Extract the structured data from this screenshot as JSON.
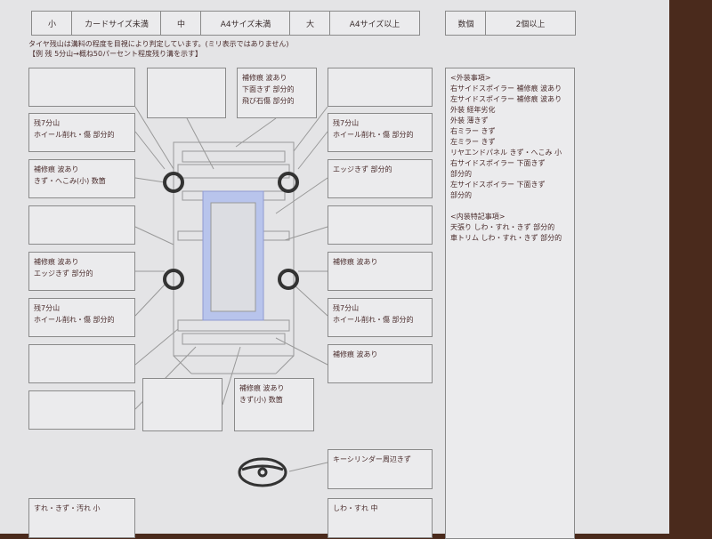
{
  "size_table": {
    "cells": [
      "小",
      "カードサイズ未満",
      "中",
      "A4サイズ未満",
      "大",
      "A4サイズ以上"
    ]
  },
  "count_table": {
    "cells": [
      "数個",
      "2個以上"
    ]
  },
  "notes": {
    "line1": "タイヤ残山は溝料の程度を目視により判定しています。(ミリ表示ではありません)",
    "line2": "【例 残 5分山→概ね50パーセント程度残り溝を示す】"
  },
  "left_boxes": [
    {
      "lines": []
    },
    {
      "lines": [
        "残7分山",
        "ホイール削れ・傷 部分的"
      ]
    },
    {
      "lines": [
        "補修痕 波あり",
        "きず・へこみ(小) 数箇"
      ]
    },
    {
      "lines": []
    },
    {
      "lines": [
        "補修痕 波あり",
        "エッジきず 部分的"
      ]
    },
    {
      "lines": [
        "残7分山",
        "ホイール削れ・傷 部分的"
      ]
    },
    {
      "lines": []
    },
    {
      "lines": []
    },
    {
      "lines": [
        "すれ・きず・汚れ 小"
      ]
    }
  ],
  "right_boxes": [
    {
      "lines": []
    },
    {
      "lines": [
        "残7分山",
        "ホイール削れ・傷 部分的"
      ]
    },
    {
      "lines": [
        "エッジきず 部分的"
      ]
    },
    {
      "lines": []
    },
    {
      "lines": [
        "補修痕 波あり"
      ]
    },
    {
      "lines": [
        "残7分山",
        "ホイール削れ・傷 部分的"
      ]
    },
    {
      "lines": [
        "補修痕 波あり"
      ]
    },
    {
      "lines": [
        "キーシリンダー周辺きず"
      ]
    },
    {
      "lines": [
        "しわ・すれ 中"
      ]
    }
  ],
  "top_boxes": [
    {
      "lines": []
    },
    {
      "lines": [
        "補修痕 波あり",
        "下面きず 部分的",
        "飛び石傷 部分的"
      ]
    }
  ],
  "bottom_boxes": [
    {
      "lines": []
    },
    {
      "lines": [
        "補修痕 波あり",
        "きず(小) 数箇"
      ]
    }
  ],
  "remarks": {
    "lines": [
      "<外装事項>",
      "右サイドスポイラー 補修痕 波あり",
      "左サイドスポイラー 補修痕 波あり",
      "外装 経年劣化",
      "外装 薄きず",
      "右ミラー きず",
      "左ミラー きず",
      "リヤエンドパネル きず・へこみ 小",
      "右サイドスポイラー 下面きず",
      "部分的",
      "左サイドスポイラー 下面きず",
      "部分的",
      "",
      "<内装特記事項>",
      "天張り しわ・すれ・きず 部分的",
      "車トリム しわ・すれ・きず 部分的"
    ]
  }
}
